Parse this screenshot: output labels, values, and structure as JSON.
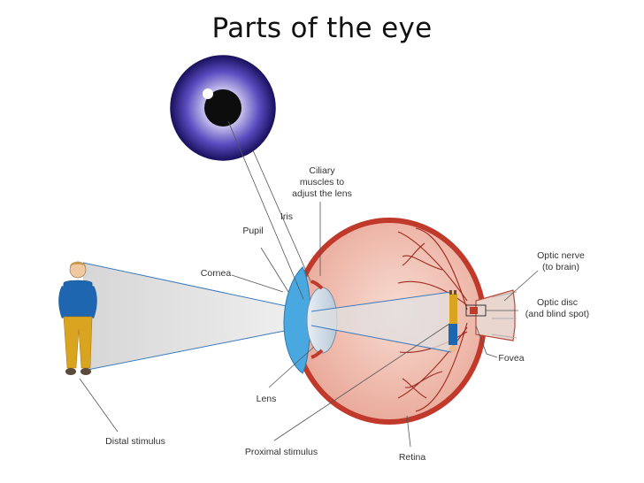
{
  "title": "Parts of the eye",
  "labels": {
    "ciliary_line1": "Ciliary",
    "ciliary_line2": "muscles to",
    "ciliary_line3": "adjust the lens",
    "iris": "Iris",
    "pupil": "Pupil",
    "cornea": "Cornea",
    "lens": "Lens",
    "distal_stimulus": "Distal stimulus",
    "proximal_stimulus": "Proximal stimulus",
    "retina": "Retina",
    "optic_nerve_line1": "Optic nerve",
    "optic_nerve_line2": "(to brain)",
    "optic_disc_line1": "Optic disc",
    "optic_disc_line2": "(and blind spot)",
    "fovea": "Fovea"
  },
  "colors": {
    "iris": "#4a3aa8",
    "sclera": "#d4786b",
    "eye_interior": "#f2c8bc",
    "cornea": "#3d9fd9",
    "figure_shirt": "#1f66b0",
    "figure_pants": "#d9a520",
    "light_cone": "#dcdcdc",
    "ray_line": "#3a7ac0"
  }
}
